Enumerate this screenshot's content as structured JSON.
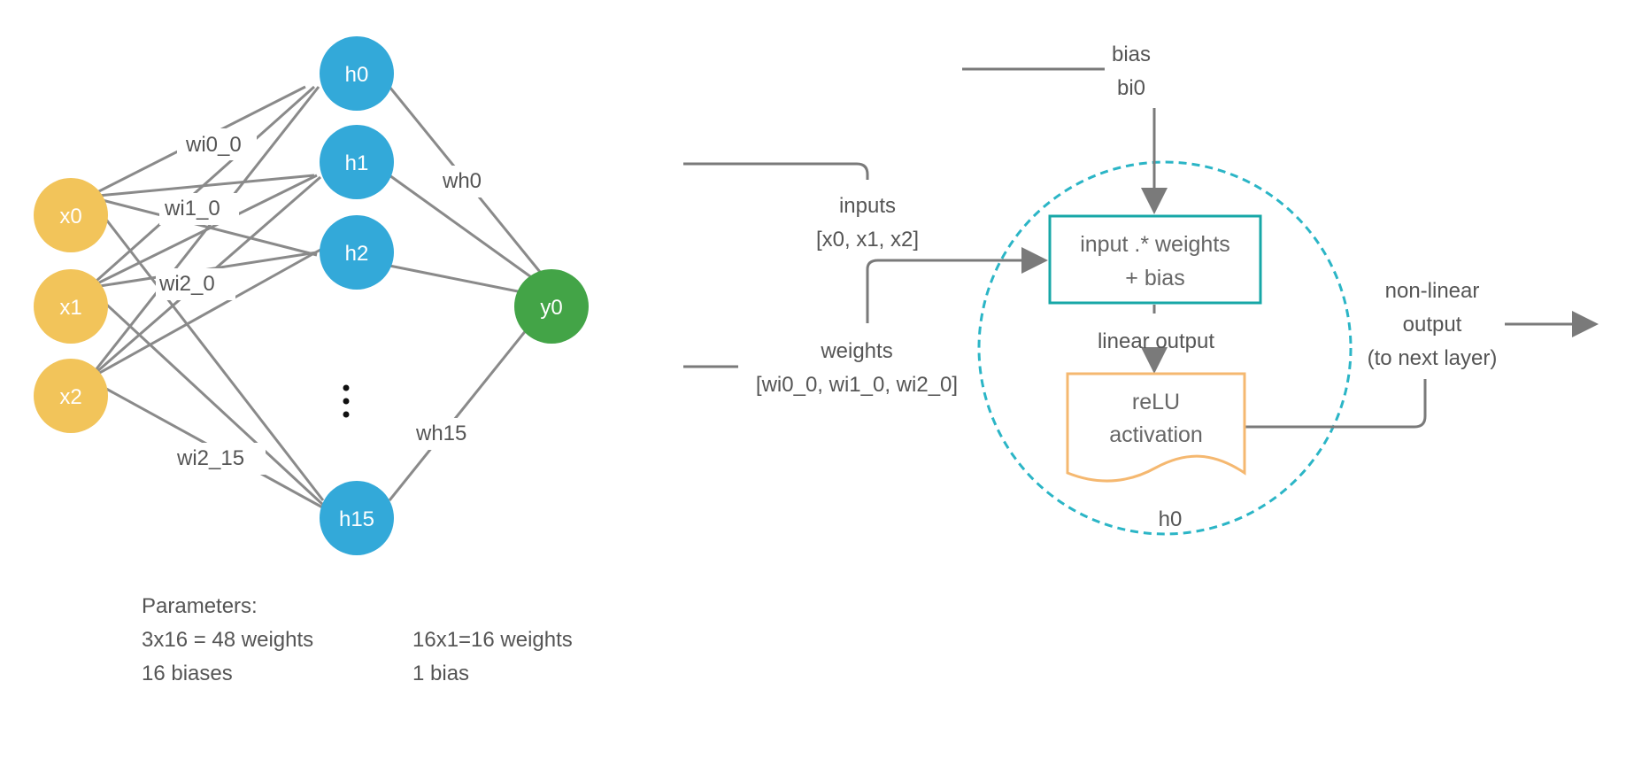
{
  "network": {
    "inputs": [
      "x0",
      "x1",
      "x2"
    ],
    "hidden": [
      "h0",
      "h1",
      "h2",
      "h15"
    ],
    "output": "y0",
    "ellipsis": "⋮",
    "weight_labels": {
      "wi0_0": "wi0_0",
      "wi1_0": "wi1_0",
      "wi2_0": "wi2_0",
      "wi2_15": "wi2_15",
      "wh0": "wh0",
      "wh15": "wh15"
    }
  },
  "parameters": {
    "title": "Parameters:",
    "left": [
      "3x16 = 48 weights",
      "16 biases"
    ],
    "right": [
      "16x1=16 weights",
      "1 bias"
    ]
  },
  "neuron": {
    "bias_label": [
      "bias",
      "bi0"
    ],
    "inputs_label": [
      "inputs",
      "[x0, x1, x2]"
    ],
    "weights_label": [
      "weights",
      "[wi0_0, wi1_0, wi2_0]"
    ],
    "sum_box": [
      "input .* weights",
      "+ bias"
    ],
    "linear_output": "linear output",
    "activation_box": [
      "reLU",
      "activation"
    ],
    "nonlinear_label": [
      "non-linear",
      "output",
      "(to next layer)"
    ],
    "neuron_name": "h0"
  },
  "colors": {
    "input_node": "#F2C45A",
    "hidden_node": "#33A9D9",
    "output_node": "#43A447",
    "edge": "#8A8A8A",
    "dashed_circle": "#2BB5C6",
    "sum_box": "#17A7A7",
    "activation_box": "#F5B870"
  }
}
